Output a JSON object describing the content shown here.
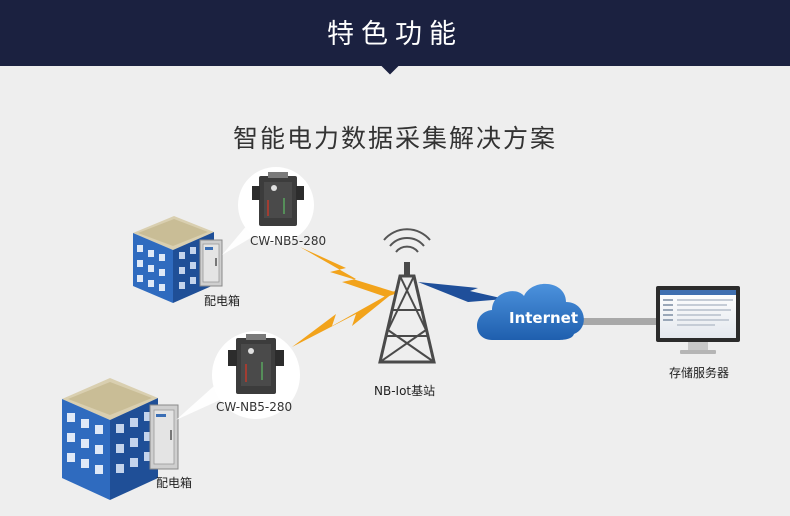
{
  "banner": {
    "title": "特色功能"
  },
  "diagram": {
    "title": "智能电力数据采集解决方案",
    "devices": [
      {
        "model": "CW-NB5-280",
        "cabinet": "配电箱"
      },
      {
        "model": "CW-NB5-280",
        "cabinet": "配电箱"
      }
    ],
    "tower_label": "NB-Iot基站",
    "cloud_label": "Internet",
    "server_label": "存储服务器"
  },
  "colors": {
    "banner": "#1b2140",
    "building": "#2f6bbf",
    "cloud": "#2a73c4",
    "signal_orange": "#f2a31b",
    "signal_blue": "#1f4f9a",
    "tower": "#4a4a4a"
  }
}
